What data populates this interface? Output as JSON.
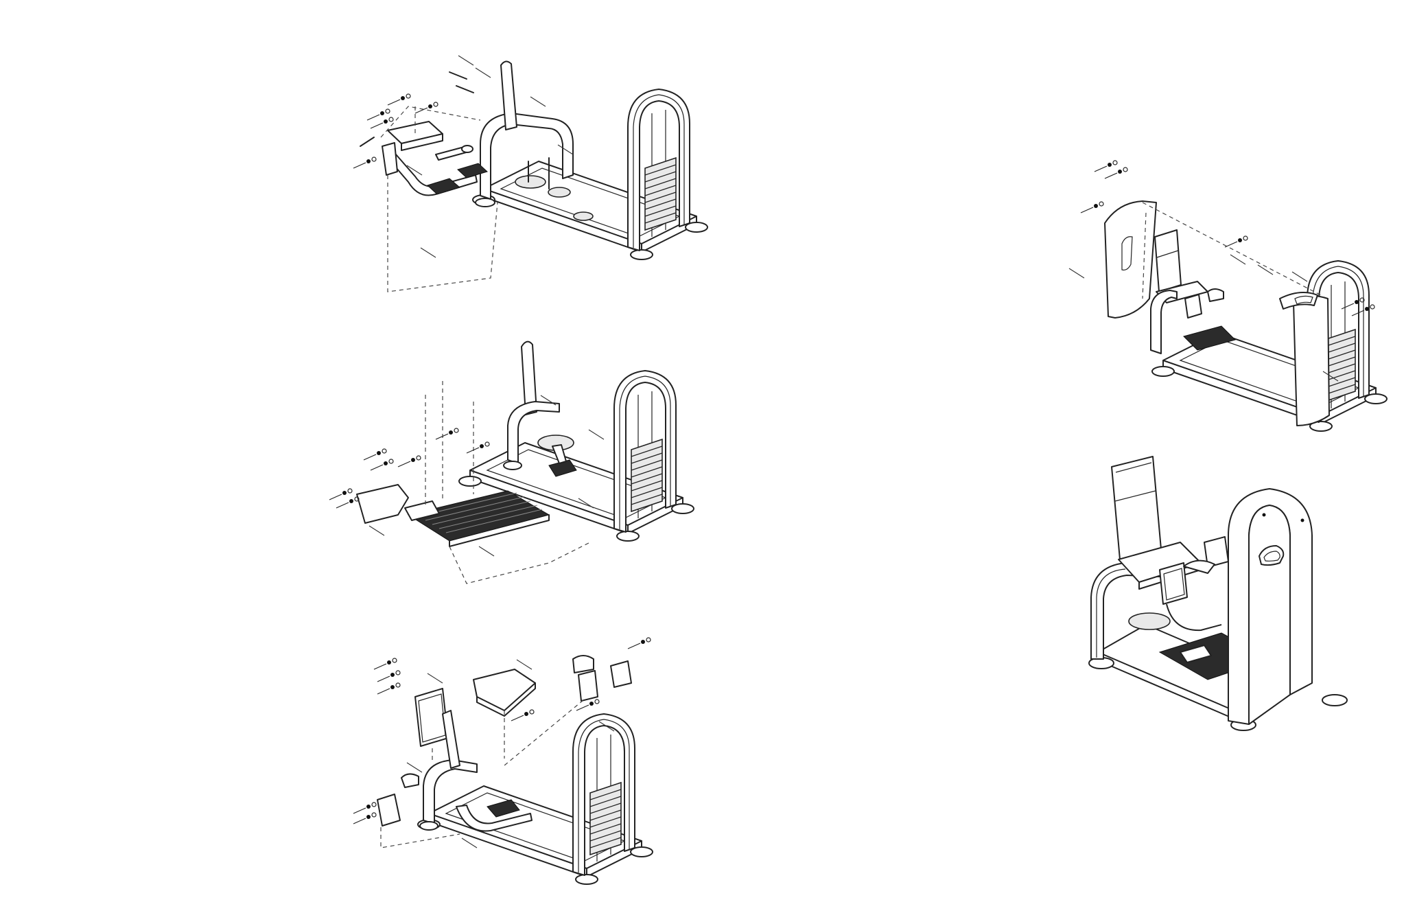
{
  "page": {
    "background": "#ffffff",
    "line_color": "#222222",
    "accent_dark": "#2b2b2b"
  },
  "figures": [
    {
      "id": "frame-assembly-view"
    },
    {
      "id": "platform-assembly-view"
    },
    {
      "id": "seat-pad-assembly-view"
    },
    {
      "id": "shroud-assembly-view"
    },
    {
      "id": "complete-machine-view"
    }
  ]
}
